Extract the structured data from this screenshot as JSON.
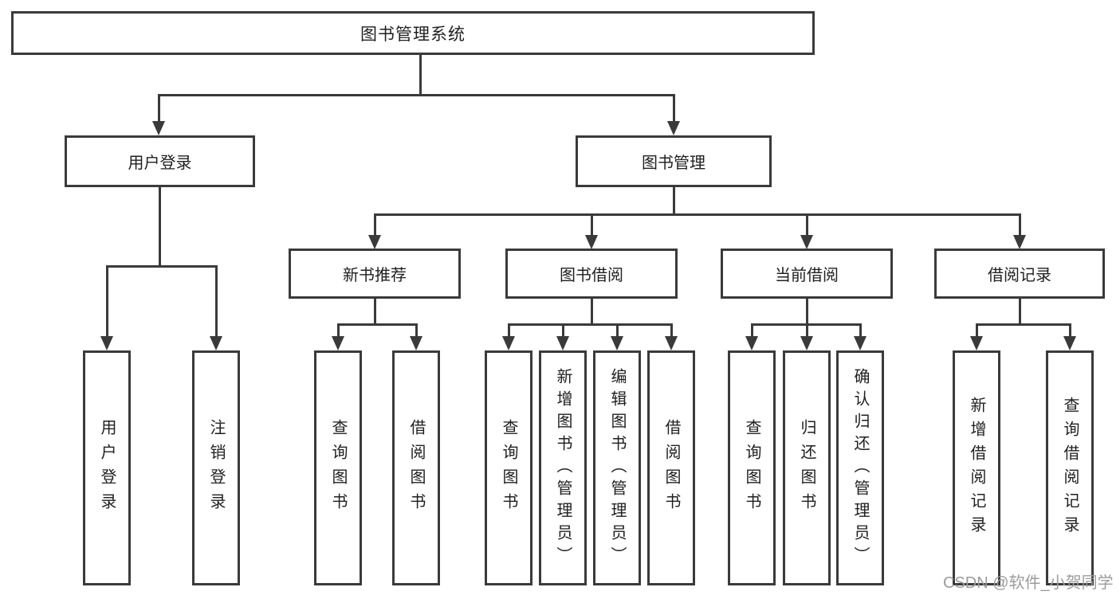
{
  "colors": {
    "line": "#3a3a3a",
    "text": "#1f1f1f",
    "watermark": "#9c9c9c",
    "background": "#ffffff"
  },
  "watermark": "CSDN @软件_小贺同学",
  "tree": {
    "label": "图书管理系统",
    "children": [
      {
        "label": "用户登录",
        "children": [
          {
            "label": "用户登录"
          },
          {
            "label": "注销登录"
          }
        ]
      },
      {
        "label": "图书管理",
        "children": [
          {
            "label": "新书推荐",
            "children": [
              {
                "label": "查询图书"
              },
              {
                "label": "借阅图书"
              }
            ]
          },
          {
            "label": "图书借阅",
            "children": [
              {
                "label": "查询图书"
              },
              {
                "label": "新增图书（管理员）"
              },
              {
                "label": "编辑图书（管理员）"
              },
              {
                "label": "借阅图书"
              }
            ]
          },
          {
            "label": "当前借阅",
            "children": [
              {
                "label": "查询图书"
              },
              {
                "label": "归还图书"
              },
              {
                "label": "确认归还（管理员）"
              }
            ]
          },
          {
            "label": "借阅记录",
            "children": [
              {
                "label": "新增借阅记录"
              },
              {
                "label": "查询借阅记录"
              }
            ]
          }
        ]
      }
    ]
  }
}
